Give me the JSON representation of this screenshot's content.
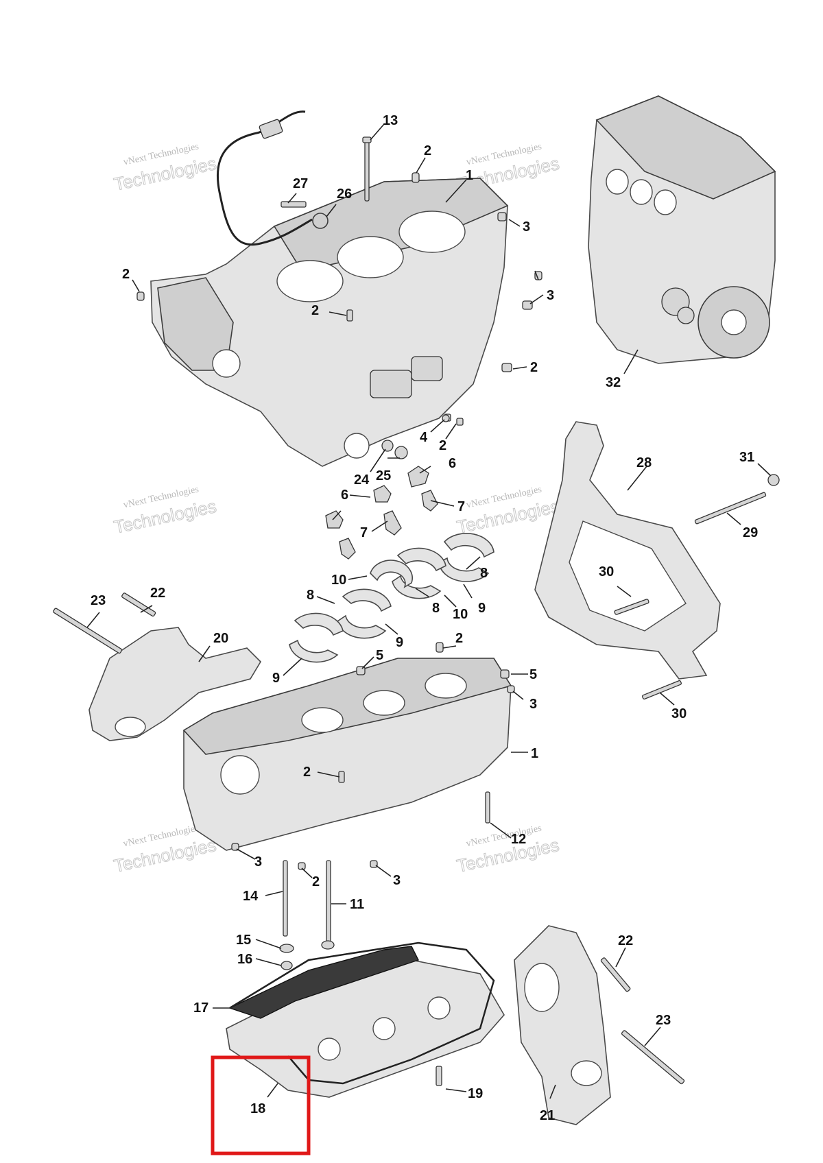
{
  "watermark": {
    "line1": "vNext Technologies",
    "line2": "Technologies"
  },
  "callouts": [
    {
      "id": "c13",
      "label": "13"
    },
    {
      "id": "c2a",
      "label": "2"
    },
    {
      "id": "c1a",
      "label": "1"
    },
    {
      "id": "c27",
      "label": "27"
    },
    {
      "id": "c26",
      "label": "26"
    },
    {
      "id": "c3a",
      "label": "3"
    },
    {
      "id": "c2b",
      "label": "2"
    },
    {
      "id": "c3b",
      "label": "3"
    },
    {
      "id": "c2c",
      "label": "2"
    },
    {
      "id": "c2d",
      "label": "2"
    },
    {
      "id": "c32",
      "label": "32"
    },
    {
      "id": "c4",
      "label": "4"
    },
    {
      "id": "c2e",
      "label": "2"
    },
    {
      "id": "c24",
      "label": "24"
    },
    {
      "id": "c25",
      "label": "25"
    },
    {
      "id": "c6a",
      "label": "6"
    },
    {
      "id": "c6b",
      "label": "6"
    },
    {
      "id": "c7a",
      "label": "7"
    },
    {
      "id": "c7b",
      "label": "7"
    },
    {
      "id": "c28",
      "label": "28"
    },
    {
      "id": "c31",
      "label": "31"
    },
    {
      "id": "c29",
      "label": "29"
    },
    {
      "id": "c30a",
      "label": "30"
    },
    {
      "id": "c30b",
      "label": "30"
    },
    {
      "id": "c10a",
      "label": "10"
    },
    {
      "id": "c8a",
      "label": "8"
    },
    {
      "id": "c8b",
      "label": "8"
    },
    {
      "id": "c8c",
      "label": "8"
    },
    {
      "id": "c10b",
      "label": "10"
    },
    {
      "id": "c9a",
      "label": "9"
    },
    {
      "id": "c9b",
      "label": "9"
    },
    {
      "id": "c9c",
      "label": "9"
    },
    {
      "id": "c23a",
      "label": "23"
    },
    {
      "id": "c22a",
      "label": "22"
    },
    {
      "id": "c20",
      "label": "20"
    },
    {
      "id": "c2f",
      "label": "2"
    },
    {
      "id": "c5a",
      "label": "5"
    },
    {
      "id": "c5b",
      "label": "5"
    },
    {
      "id": "c3c",
      "label": "3"
    },
    {
      "id": "c1b",
      "label": "1"
    },
    {
      "id": "c2g",
      "label": "2"
    },
    {
      "id": "c12",
      "label": "12"
    },
    {
      "id": "c3d",
      "label": "3"
    },
    {
      "id": "c2h",
      "label": "2"
    },
    {
      "id": "c3e",
      "label": "3"
    },
    {
      "id": "c14",
      "label": "14"
    },
    {
      "id": "c11",
      "label": "11"
    },
    {
      "id": "c15",
      "label": "15"
    },
    {
      "id": "c16",
      "label": "16"
    },
    {
      "id": "c17",
      "label": "17"
    },
    {
      "id": "c22b",
      "label": "22"
    },
    {
      "id": "c23b",
      "label": "23"
    },
    {
      "id": "c19",
      "label": "19"
    },
    {
      "id": "c18",
      "label": "18"
    },
    {
      "id": "c21",
      "label": "21"
    }
  ],
  "colors": {
    "highlight": "#e01818",
    "line": "#222222",
    "part_fill": "#e4e4e4"
  }
}
